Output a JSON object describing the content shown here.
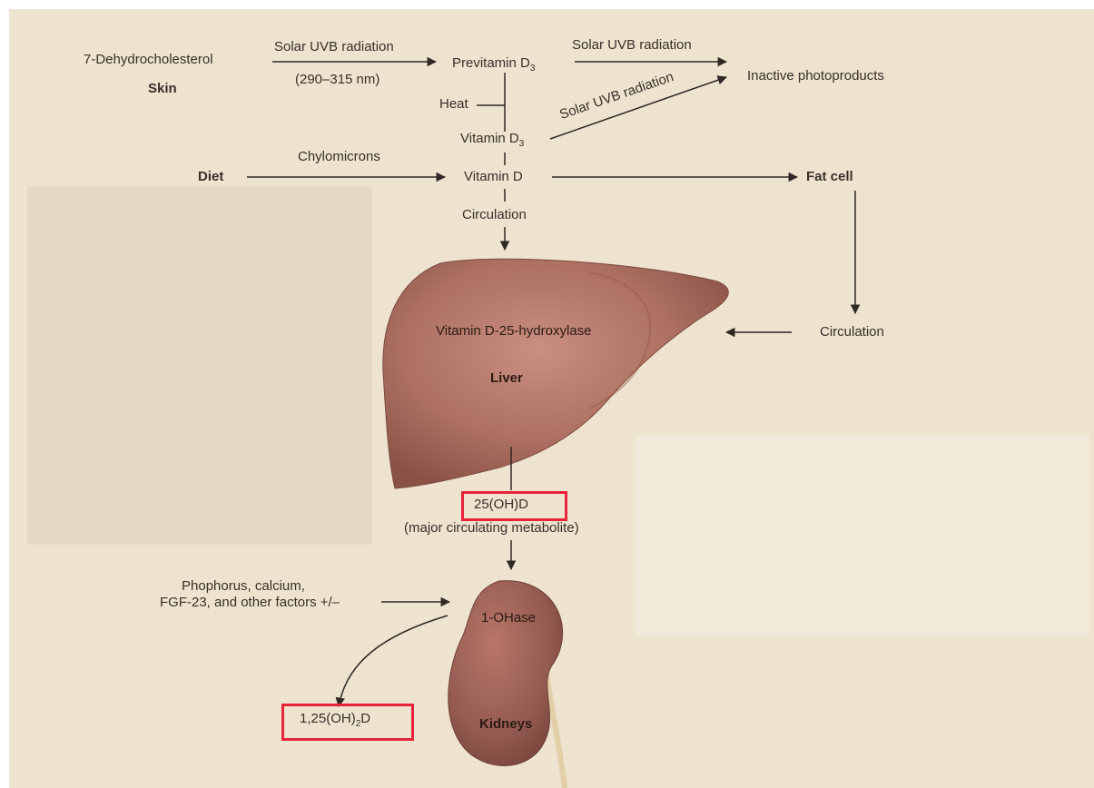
{
  "diagram": {
    "colors": {
      "background": "#ede3cf",
      "text": "#3a2f28",
      "arrow": "#2f2823",
      "highlight_box": "#e8233a",
      "liver": "#b07466",
      "kidney": "#9c5f55"
    },
    "nodes": {
      "dehydrocholesterol": "7-Dehydrocholesterol",
      "skin": "Skin",
      "uvb_label_1": "Solar UVB radiation",
      "uvb_wavelength": "(290–315 nm)",
      "previtamin_main": "Previtamin D",
      "previtamin_sub": "3",
      "uvb_label_2": "Solar UVB radiation",
      "inactive": "Inactive photoproducts",
      "heat": "Heat",
      "vitamin_d3_main": "Vitamin D",
      "vitamin_d3_sub": "3",
      "uvb_label_3": "Solar UVB radiation",
      "diet": "Diet",
      "chylomicrons": "Chylomicrons",
      "vitamin_d": "Vitamin D",
      "fat_cell": "Fat cell",
      "circulation_1": "Circulation",
      "circulation_2": "Circulation",
      "hydroxylase": "Vitamin D-25-hydroxylase",
      "liver": "Liver",
      "metabolite_25": "25(OH)D",
      "metabolite_desc": "(major circulating metabolite)",
      "factors_line1": "Phophorus, calcium,",
      "factors_line2": "FGF-23, and other factors +/–",
      "ohase": "1-OHase",
      "kidneys": "Kidneys",
      "calcitriol_pre": "1,25(OH)",
      "calcitriol_sub": "2",
      "calcitriol_post": "D"
    }
  }
}
